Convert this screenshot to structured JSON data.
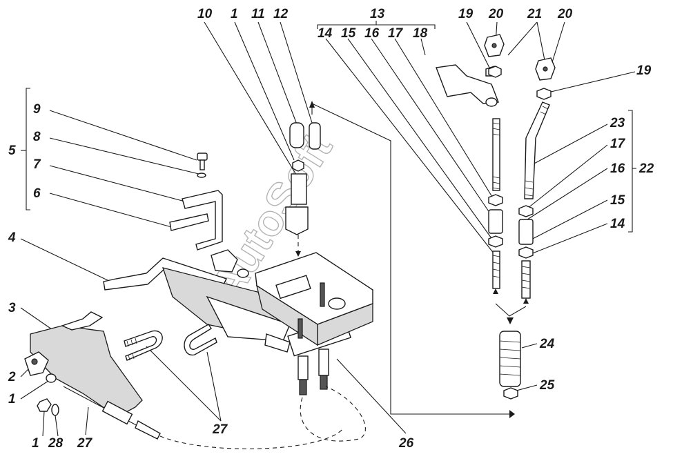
{
  "watermark": "AutoSoft",
  "labels": {
    "l1a": "1",
    "l1b": "1",
    "l1c": "1",
    "l2": "2",
    "l3": "3",
    "l4": "4",
    "l5": "5",
    "l6": "6",
    "l7": "7",
    "l8": "8",
    "l9": "9",
    "l10": "10",
    "l11": "11",
    "l12": "12",
    "l13": "13",
    "l14a": "14",
    "l14b": "14",
    "l15a": "15",
    "l15b": "15",
    "l16a": "16",
    "l16b": "16",
    "l17a": "17",
    "l17b": "17",
    "l18": "18",
    "l19a": "19",
    "l19b": "19",
    "l20a": "20",
    "l20b": "20",
    "l21": "21",
    "l22": "22",
    "l23": "23",
    "l24": "24",
    "l25": "25",
    "l26": "26",
    "l27a": "27",
    "l27b": "27",
    "l28": "28"
  }
}
